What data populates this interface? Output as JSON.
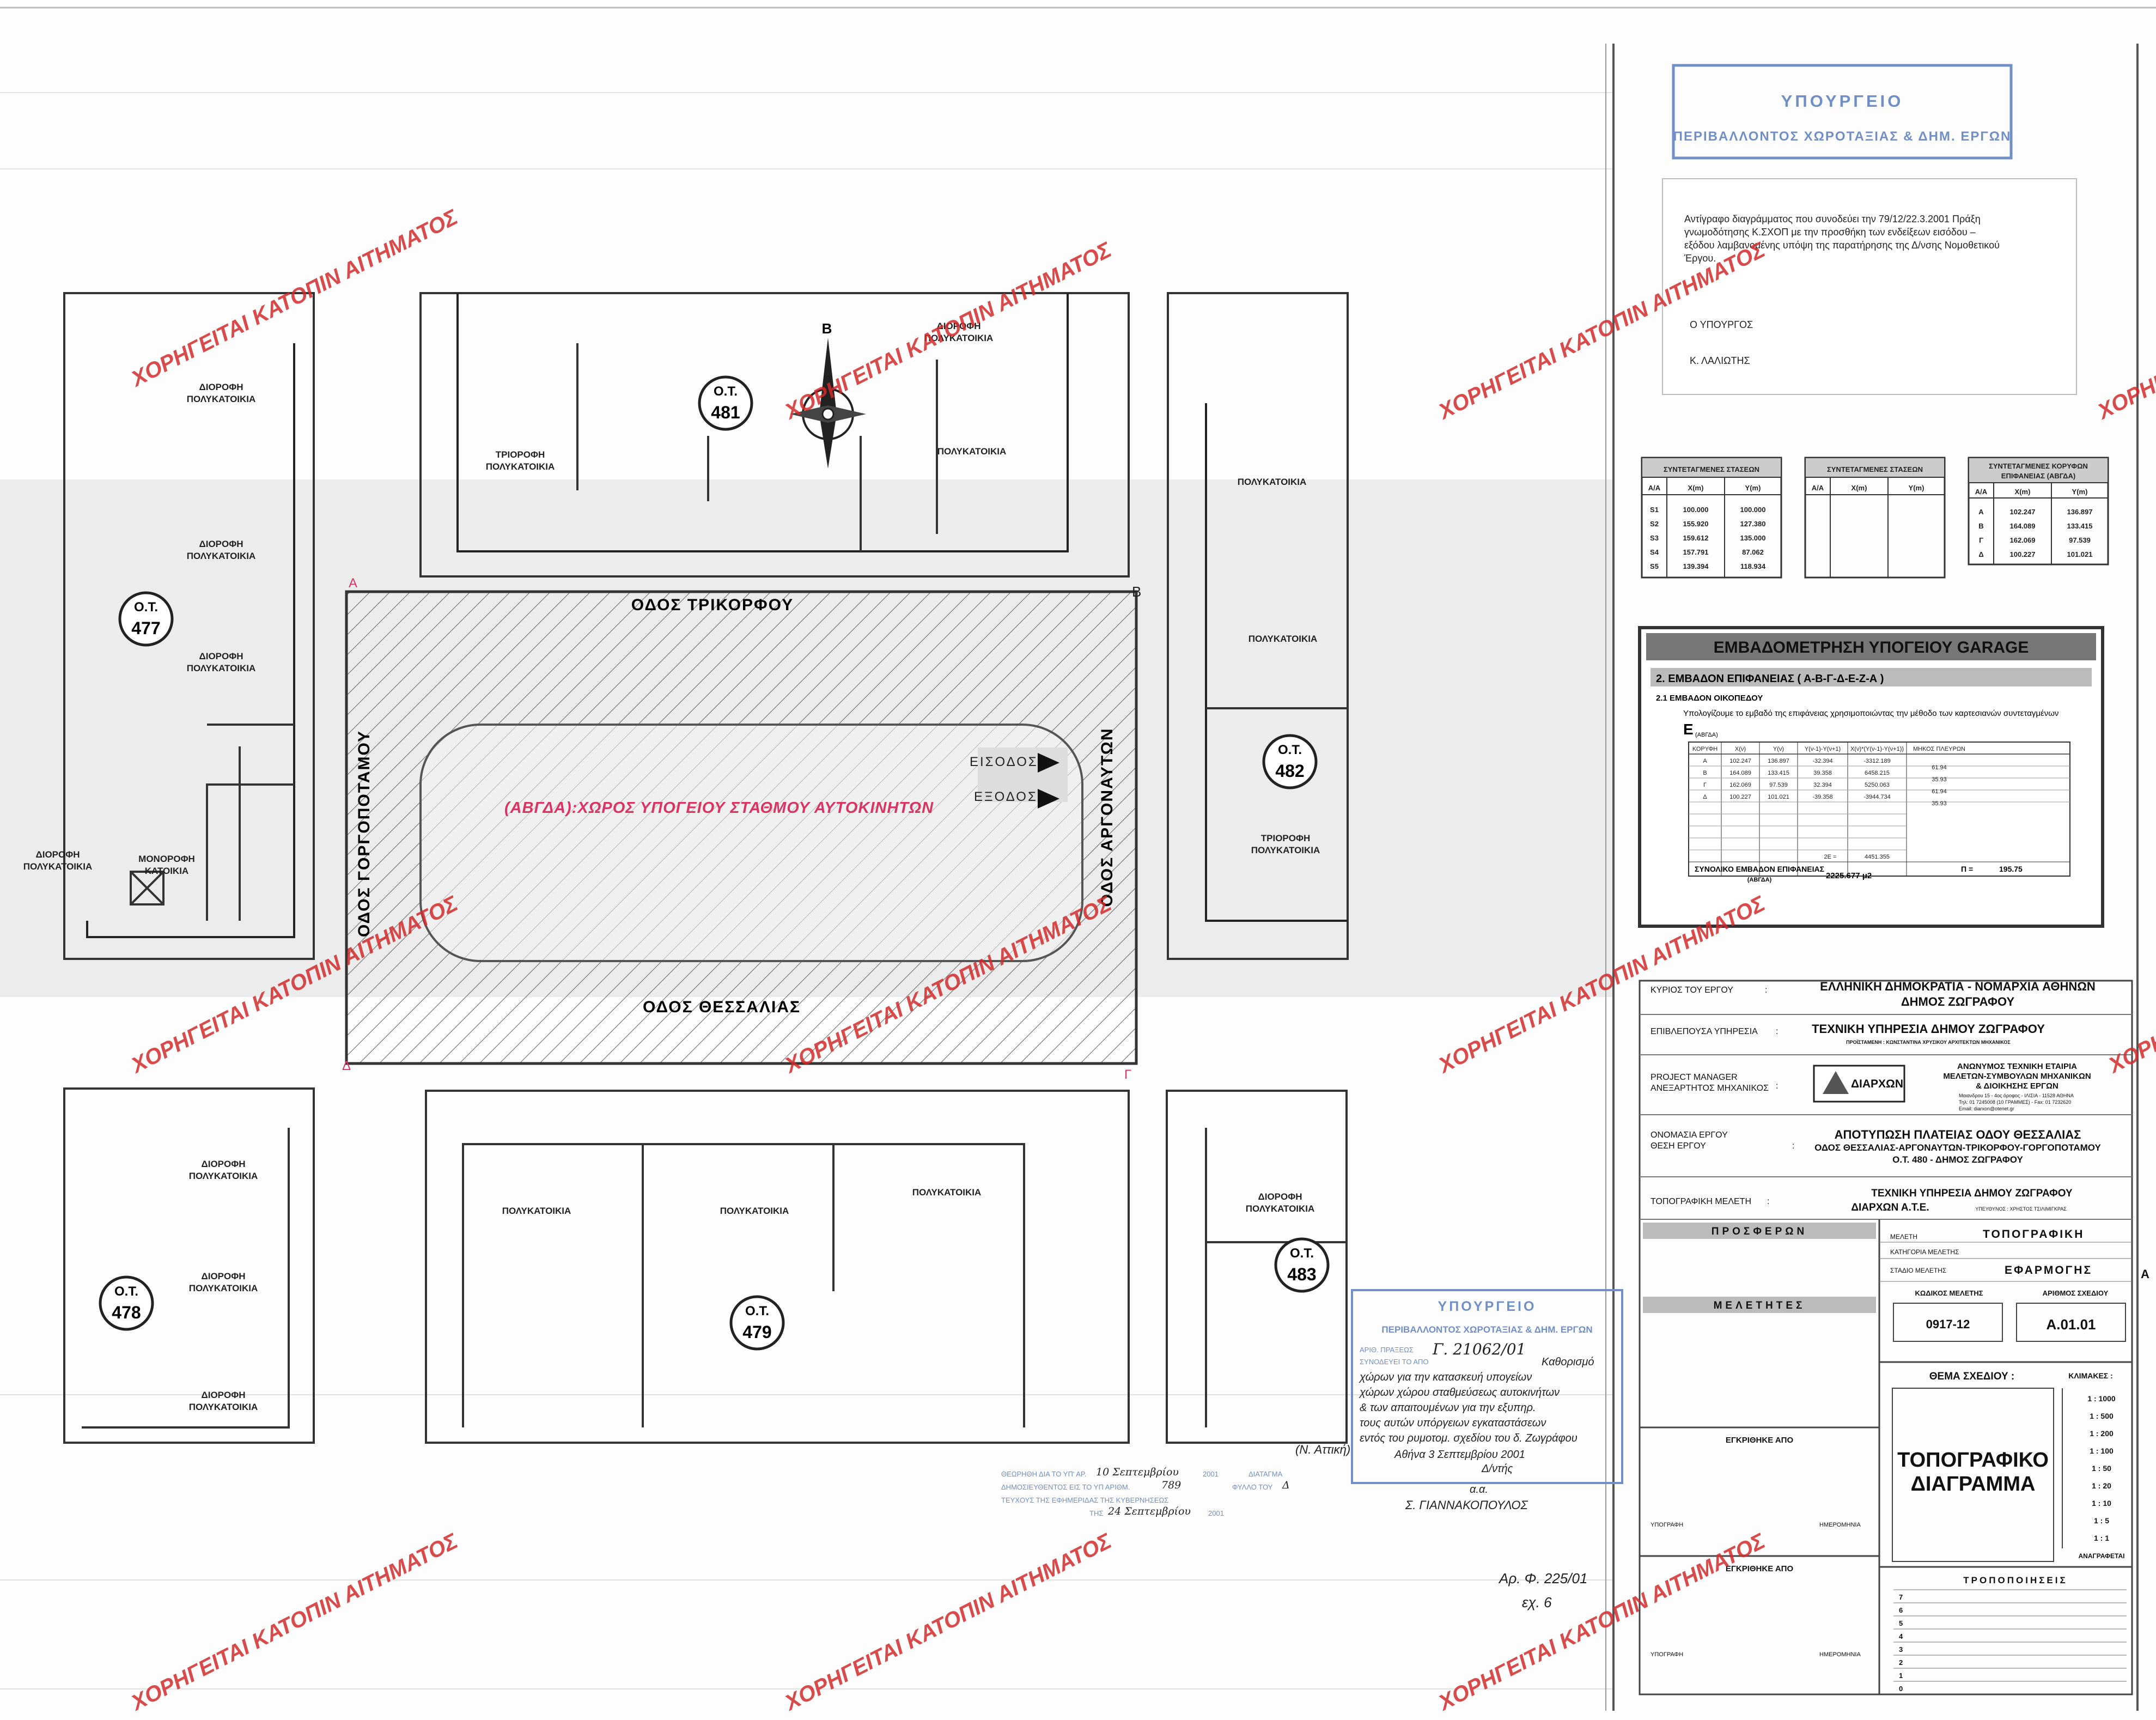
{
  "stamp_top": {
    "line1": "ΥΠΟΥΡΓΕΙΟ",
    "line2": "ΠΕΡΙΒΑΛΛΟΝΤΟΣ ΧΩΡΟΤΑΞΙΑΣ & ΔΗΜ. ΕΡΓΩΝ"
  },
  "note_box": {
    "lines": [
      "Αντίγραφο διαγράμματος που συνοδεύει την 79/12/22.3.2001 Πράξη",
      "γνωμοδότησης Κ.ΣΧΟΠ με την προσθήκη των ενδείξεων εισόδου –",
      "εξόδου λαμβανομένης υπόψη της παρατήρησης της Δ/νσης Νομοθετικού",
      "Έργου."
    ],
    "minister_title": "Ο ΥΠΟΥΡΓΟΣ",
    "minister_name": "Κ. ΛΑΛΙΩΤΗΣ"
  },
  "watermark": "ΧΟΡΗΓΕΙΤΑΙ ΚΑΤΟΠΙΝ ΑΙΤΗΜΑΤΟΣ",
  "map": {
    "streets": {
      "north": "ΟΔΟΣ ΤΡΙΚΟΡΦΟΥ",
      "south": "ΟΔΟΣ ΘΕΣΣΑΛΙΑΣ",
      "west": "ΟΔΟΣ ΓΟΡΓΟΠΟΤΑΜΟΥ",
      "east": "ΟΔΟΣ ΑΡΓΟΝΑΥΤΩΝ"
    },
    "corners": {
      "a": "Α",
      "b": "Β",
      "c": "Γ",
      "d": "Δ"
    },
    "north_arrow": "Β",
    "garage_label": "(ΑΒΓΔΑ):ΧΩΡΟΣ ΥΠΟΓΕΙΟΥ ΣΤΑΘΜΟΥ ΑΥΤΟΚΙΝΗΤΩΝ",
    "entrance": "ΕΙΣΟΔΟΣ",
    "exit": "ΕΞΟΔΟΣ",
    "block_prefix": "Ο.Τ.",
    "blocks": {
      "b481": "481",
      "b477": "477",
      "b482": "482",
      "b478": "478",
      "b479": "479",
      "b483": "483"
    },
    "labels": {
      "poly": "ΠΟΛΥΚΑΤΟΙΚΙΑ",
      "dioro1": "ΔΙΟΡΟΦΗ",
      "trioro1": "ΤΡΙΟΡΟΦΗ",
      "monoro1": "ΜΟΝΟΡΟΦΗ",
      "katoikia": "ΚΑΤΟΙΚΙΑ"
    }
  },
  "tables": {
    "stations": {
      "title": "ΣΥΝΤΕΤΑΓΜΕΝΕΣ ΣΤΑΣΕΩΝ",
      "headers": [
        "Α/Α",
        "X(m)",
        "Y(m)"
      ],
      "rows": [
        [
          "S1",
          "100.000",
          "100.000"
        ],
        [
          "S2",
          "155.920",
          "127.380"
        ],
        [
          "S3",
          "159.612",
          "135.000"
        ],
        [
          "S4",
          "157.791",
          "87.062"
        ],
        [
          "S5",
          "139.394",
          "118.934"
        ]
      ]
    },
    "stations_empty": {
      "title": "ΣΥΝΤΕΤΑΓΜΕΝΕΣ ΣΤΑΣΕΩΝ",
      "headers": [
        "Α/Α",
        "X(m)",
        "Y(m)"
      ]
    },
    "vertices": {
      "title": "ΣΥΝΤΕΤΑΓΜΕΝΕΣ ΚΟΡΥΦΩΝ",
      "title2": "ΕΠΙΦΑΝΕΙΑΣ (ΑΒΓΔΑ)",
      "headers": [
        "Α/Α",
        "X(m)",
        "Y(m)"
      ],
      "rows": [
        [
          "Α",
          "102.247",
          "136.897"
        ],
        [
          "Β",
          "164.089",
          "133.415"
        ],
        [
          "Γ",
          "162.069",
          "97.539"
        ],
        [
          "Δ",
          "100.227",
          "101.021"
        ]
      ]
    }
  },
  "area": {
    "title": "ΕΜΒΑΔΟΜΕΤΡΗΣΗ ΥΠΟΓΕΙΟΥ GARAGE",
    "section": "2.  ΕΜΒΑΔΟΝ ΕΠΙΦΑΝΕΙΑΣ ( Α-Β-Γ-Δ-Ε-Ζ-Α )",
    "subsection": "2.1 ΕΜΒΑΔΟΝ ΟΙΚΟΠΕΔΟΥ",
    "desc": "Υπολογίζουμε το εμβαδό της επιφάνειας χρησιμοποιώντας την μέθοδο των καρτεσιανών συντεταγμένων",
    "e_label": "Ε",
    "e_sub": "(ΑΒΓΔΑ)",
    "headers": [
      "ΚΟΡΥΦΗ",
      "X(ν)",
      "Y(ν)",
      "Y(ν-1)-Y(ν+1)",
      "X(ν)*(Y(ν-1)-Y(ν+1))",
      "ΜΗΚΟΣ ΠΛΕΥΡΩΝ"
    ],
    "rows": [
      [
        "Α",
        "102.247",
        "136.897",
        "-32.394",
        "-3312.189",
        "61.94"
      ],
      [
        "Β",
        "164.089",
        "133.415",
        "39.358",
        "6458.215",
        "35.93"
      ],
      [
        "Γ",
        "162.069",
        "97.539",
        "32.394",
        "5250.063",
        "61.94"
      ],
      [
        "Δ",
        "100.227",
        "101.021",
        "-39.358",
        "-3944.734",
        "35.93"
      ]
    ],
    "sum_label": "2Ε =",
    "sum_value": "4451.355",
    "total_label": "ΣΥΝΟΛΙΚΟ ΕΜΒΑΔΟΝ ΕΠΙΦΑΝΕΙΑΣ",
    "total_sub": "(ΑΒΓΔΑ)",
    "total_value": "2225.677 μ2",
    "perimeter_label": "Π =",
    "perimeter_value": "195.75"
  },
  "title_block": {
    "owner_label": "ΚΥΡΙΟΣ ΤΟΥ ΕΡΓΟΥ",
    "owner_l1": "ΕΛΛΗΝΙΚΗ ΔΗΜΟΚΡΑΤΙΑ - ΝΟΜΑΡΧΙΑ ΑΘΗΝΩΝ",
    "owner_l2": "ΔΗΜΟΣ ΖΩΓΡΑΦΟΥ",
    "service_label": "ΕΠΙΒΛΕΠΟΥΣΑ ΥΠΗΡΕΣΙΑ",
    "service_l1": "ΤΕΧΝΙΚΗ ΥΠΗΡΕΣΙΑ ΔΗΜΟΥ ΖΩΓΡΑΦΟΥ",
    "service_l2": "ΠΡΟΪΣΤΑΜΕΝΗ : ΚΩΝΣΤΑΝΤΙΝΑ     ΧΡΥΣΙΚΟΥ     ΑΡΧΙΤΕΚΤΩΝ ΜΗΧΑΝΙΚΟΣ",
    "pm_label1": "PROJECT MANAGER",
    "pm_label2": "ΑΝΕΞΑΡΤΗΤΟΣ ΜΗΧΑΝΙΚΟΣ",
    "logo": "ΔΙΑΡΧΩΝ",
    "company_l1": "ΑΝΩΝΥΜΟΣ ΤΕΧΝΙΚΗ ΕΤΑΙΡΙΑ",
    "company_l2": "ΜΕΛΕΤΩΝ-ΣΥΜΒΟΥΛΩΝ ΜΗΧΑΝΙΚΩΝ",
    "company_l3": "& ΔΙΟΙΚΗΣΗΣ ΕΡΓΩΝ",
    "company_l4": "Μαιανδρου 15 - 4ος όροφος - ΙΛΙΣΙΑ - 11528 ΑΘΗΝΑ",
    "company_l5": "Τηλ: 01 7245008 (10 ΓΡΑΜΜΕΣ) - Fax: 01 7232620",
    "company_l6": "Email: diarxon@otenet.gr",
    "project_label1": "ΟΝΟΜΑΣΙΑ ΕΡΓΟΥ",
    "project_label2": "ΘΕΣΗ ΕΡΓΟΥ",
    "project_l1": "ΑΠΟΤΥΠΩΣΗ ΠΛΑΤΕΙΑΣ ΟΔΟΥ ΘΕΣΣΑΛΙΑΣ",
    "project_l2": "ΟΔΟΣ ΘΕΣΣΑΛΙΑΣ-ΑΡΓΟΝΑΥΤΩΝ-ΤΡΙΚΟΡΦΟΥ-ΓΟΡΓΟΠΟΤΑΜΟΥ",
    "project_l3": "Ο.Τ. 480 - ΔΗΜΟΣ ΖΩΓΡΑΦΟΥ",
    "topo_label": "ΤΟΠΟΓΡΑΦΙΚΗ ΜΕΛΕΤΗ",
    "topo_l1": "ΤΕΧΝΙΚΗ ΥΠΗΡΕΣΙΑ ΔΗΜΟΥ ΖΩΓΡΑΦΟΥ",
    "topo_l2": "ΔΙΑΡΧΩΝ Α.Τ.Ε.",
    "topo_l3": "ΥΠΕΥΘΥΝΟΣ : ΧΡΗΣΤΟΣ ΤΣΙΛΙΜΙΓΚΡΑΣ",
    "offer": "ΠΡΟΣΦΕΡΩΝ",
    "designers": "ΜΕΛΕΤΗΤΕΣ",
    "approved": "ΕΓΚΡΙΘΗΚΕ ΑΠΟ",
    "signature": "ΥΠΟΓΡΑΦΗ",
    "date": "ΗΜΕΡΟΜΗΝΙΑ",
    "study_label": "ΜΕΛΕΤΗ",
    "study_value": "ΤΟΠΟΓΡΑΦΙΚΗ",
    "category_label": "ΚΑΤΗΓΟΡΙΑ ΜΕΛΕΤΗΣ",
    "stage_label": "ΣΤΑΔΙΟ ΜΕΛΕΤΗΣ",
    "stage_value": "ΕΦΑΡΜΟΓΗΣ",
    "code_label": "ΚΩΔΙΚΟΣ ΜΕΛΕΤΗΣ",
    "code_value": "0917-12",
    "drawing_no_label": "ΑΡΙΘΜΟΣ ΣΧΕΔΙΟΥ",
    "drawing_no": "Α.01.01",
    "subject_label": "ΘΕΜΑ ΣΧΕΔΙΟΥ :",
    "subject_l1": "ΤΟΠΟΓΡΑΦΙΚΟ",
    "subject_l2": "ΔΙΑΓΡΑΜΜΑ",
    "scales_label": "ΚΛΙΜΑΚΕΣ :",
    "scales": [
      "1 : 1000",
      "1 : 500",
      "1 : 200",
      "1 : 100",
      "1 : 50",
      "1 : 20",
      "1 : 10",
      "1 : 5",
      "1 : 1"
    ],
    "ref_label": "ΑΝΑΓΡΑΦΕΤΑΙ",
    "revisions_label": "ΤΡΟΠΟΠΟΙΗΣΕΙΣ",
    "revisions": [
      "7",
      "6",
      "5",
      "4",
      "3",
      "2",
      "1",
      "0"
    ],
    "edge_letter": "Α"
  },
  "stamp_bottom": {
    "line1": "ΥΠΟΥΡΓΕΙΟ",
    "line2": "ΠΕΡΙΒΑΛΛΟΝΤΟΣ ΧΩΡΟΤΑΞΙΑΣ & ΔΗΜ. ΕΡΓΩΝ",
    "line3": "ΑΡΙΘ. ΠΡΑΞΕΩΣ",
    "line3_hand": "Γ. 21062/01",
    "line4": "ΣΥΝΟΔΕΥΕΙ ΤΟ ΑΠΟ",
    "hand_lines": [
      "Καθορισμό",
      "χώρων για την κατασκευή υπογείων",
      "χώρων χώρου σταθμεύσεως αυτοκινήτων",
      "& των απαιτουμένων για την εξυπηρ.",
      "τους αυτών υπόργειων εγκαταστάσεων",
      "εντός του ρυμοτομ. σχεδίου του δ. Ζωγράφου",
      "Αθήνα 3 Σεπτεμβρίου 2001",
      "Δ/ντής"
    ],
    "left_hand": "(Ν. Αττική)",
    "sign1": "α.α.",
    "sign2": "Σ. ΓΙΑΝΝΑΚΟΠΟΥΛΟΣ"
  },
  "fek": {
    "l1a": "ΘΕΩΡΗΘΗ ΔΙΑ ΤΟ ΥΠ' ΑΡ.",
    "l1b": "10 Σεπτεμβρίου",
    "l1c": "2001",
    "l1d": "ΔΙΑΤΑΓΜΑ",
    "l2a": "ΔΗΜΟΣΙΕΥΘΕΝΤΟΣ ΕΙΣ ΤΟ ΥΠ ΑΡΙΘΜ.",
    "l2b": "789",
    "l2c": "ΦΥΛΛΟ ΤΟΥ",
    "l2d": "Δ",
    "l3a": "ΤΕΥΧΟΥΣ ΤΗΣ ΕΦΗΜΕΡΙΔΑΣ ΤΗΣ ΚΥΒΕΡΝΗΣΕΩΣ",
    "l4a": "ΤΗΣ",
    "l4b": "24 Σεπτεμβρίου",
    "l4c": "2001"
  },
  "archive": {
    "l1": "Αρ. Φ. 225/01",
    "l2": "εχ. 6"
  },
  "colors": {
    "stamp_blue": "#6f8fc6",
    "watermark_red": "#d22a2a",
    "garage_pink": "#d83464",
    "band_grey": "#e9e9e9"
  }
}
